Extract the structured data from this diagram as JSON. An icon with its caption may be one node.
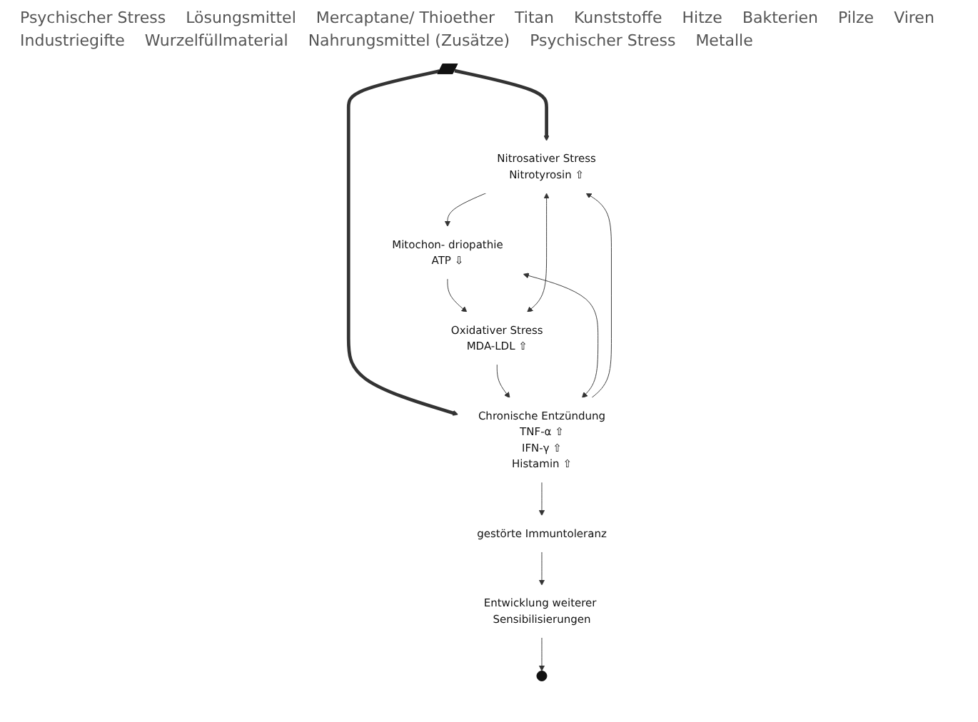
{
  "diagram": {
    "nodes": [
      {
        "text": [],
        "shape": "lightning"
      },
      {
        "text": [],
        "shape": "plus"
      },
      {
        "text": [
          "Nitrosativer Stress",
          "Nitrotyrosin ⇧"
        ]
      },
      {
        "text": [
          "Mitochon- driopathie",
          "ATP ⇩"
        ]
      },
      {
        "text": [
          "Chronische Entzündung",
          "TNF-α ⇧",
          "IFN-γ ⇧",
          "Histamin ⇧"
        ]
      },
      {
        "text": [
          "Oxidativer Stress",
          "MDA-LDL ⇧"
        ]
      },
      {
        "text": [
          "gestörte Immuntoleranz"
        ]
      },
      {
        "text": [
          "Entwicklung weiterer Sensibilisierungen"
        ]
      }
    ],
    "edges": [
      {
        "from": 0,
        "to": 2,
        "arrow": "to",
        "style": "thick"
      },
      {
        "from": 0,
        "to": 4,
        "arrow": "to",
        "style": "thick"
      },
      {
        "from": 2,
        "to": 3,
        "arrow": "to"
      },
      {
        "from": 3,
        "to": 5,
        "arrow": "to"
      },
      {
        "from": 5,
        "to": 4,
        "arrow": "to"
      },
      {
        "from": 4,
        "to": 2,
        "arrow": "to"
      },
      {
        "from": 2,
        "to": 5,
        "arrow": "both"
      },
      {
        "from": 3,
        "to": 4,
        "arrow": "both"
      },
      {
        "from": 4,
        "to": 6,
        "arrow": "to"
      },
      {
        "from": 6,
        "to": 7,
        "arrow": "to"
      },
      {
        "from": 7,
        "to": 1,
        "arrow": "to"
      }
    ],
    "labels": [
      "Psychischer Stress",
      "Lösungsmittel",
      "Mercaptane/ Thioether",
      "Titan",
      "Kunststoffe",
      "Hitze",
      "Bakterien",
      "Pilze",
      "Viren",
      "Industriegifte",
      "Wurzelfüllmaterial",
      "Nahrungsmittel (Zusätze)",
      "Psychischer Stress",
      "Metalle"
    ]
  }
}
